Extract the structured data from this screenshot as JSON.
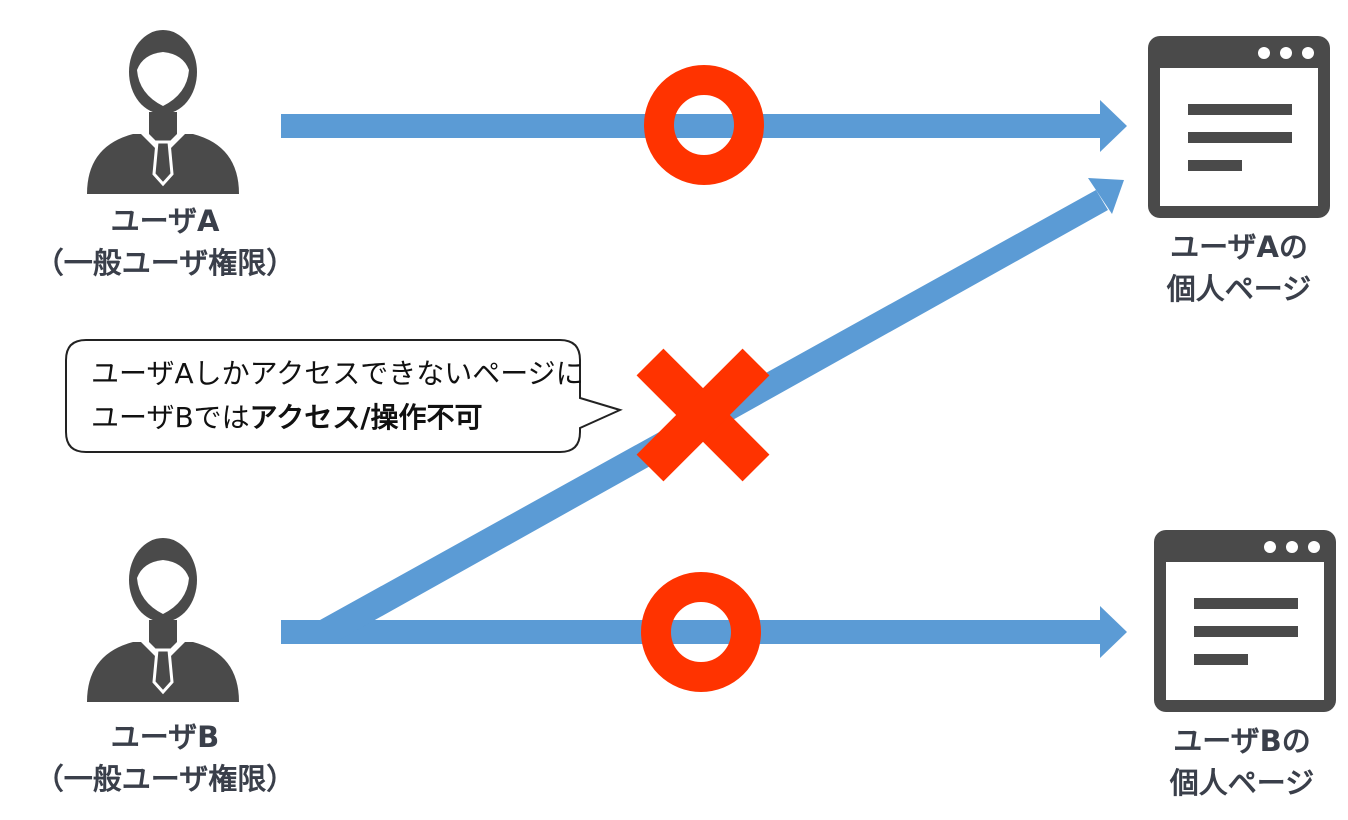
{
  "users": [
    {
      "name": "ユーザA",
      "role": "（一般ユーザ権限）"
    },
    {
      "name": "ユーザB",
      "role": "（一般ユーザ権限）"
    }
  ],
  "pages": [
    {
      "line1": "ユーザAの",
      "line2": "個人ページ"
    },
    {
      "line1": "ユーザBの",
      "line2": "個人ページ"
    }
  ],
  "callout": {
    "line1": "ユーザAしかアクセスできないページに",
    "line2_prefix": "ユーザBでは",
    "line2_bold": "アクセス/操作不可"
  },
  "access": [
    {
      "from": "ユーザA",
      "to": "ユーザAの個人ページ",
      "result": "allowed",
      "mark": "circle"
    },
    {
      "from": "ユーザB",
      "to": "ユーザAの個人ページ",
      "result": "denied",
      "mark": "cross"
    },
    {
      "from": "ユーザB",
      "to": "ユーザBの個人ページ",
      "result": "allowed",
      "mark": "circle"
    }
  ],
  "colors": {
    "arrow": "#5b9bd5",
    "mark": "#ff3300",
    "icon": "#4a4a4a",
    "label": "#3a3f4a"
  },
  "icons": [
    "user-avatar-icon",
    "user-avatar-icon",
    "browser-window-icon",
    "browser-window-icon"
  ]
}
